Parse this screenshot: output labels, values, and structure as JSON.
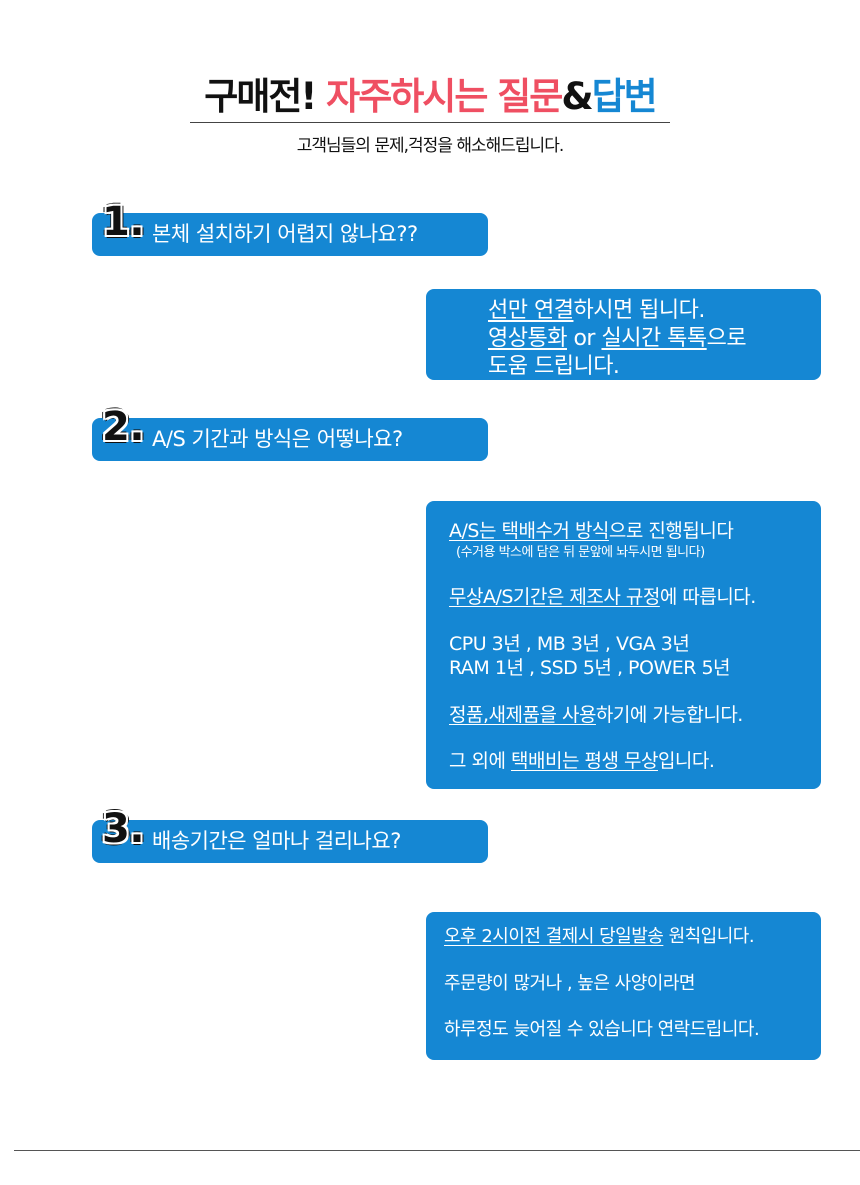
{
  "header": {
    "title_black": "구매전!",
    "title_pink": "자주하시는 질문",
    "title_amp": "&",
    "title_blue": "답변",
    "subtitle": "고객님들의 문제,걱정을 해소해드립니다."
  },
  "colors": {
    "blue": "#1587d3",
    "pink": "#ef4f62"
  },
  "faq": [
    {
      "number": "1.",
      "question": "본체 설치하기 어렵지 않나요??",
      "answer": [
        [
          "선만 연결",
          "하시면 됩니다."
        ],
        [
          "영상통화",
          " or ",
          "실시간 톡톡",
          "으로"
        ],
        [
          "도움 드립니다."
        ]
      ]
    },
    {
      "number": "2.",
      "question": "A/S 기간과 방식은 어떻나요?",
      "answer": [
        [
          "A/S는 택배수거 방식",
          "으로 진행됩니다"
        ],
        [
          "(수거용 박스에 담은 뒤 문앞에 놔두시면 됩니다)"
        ],
        [
          "무상A/S기간은 제조사 규정",
          "에 따릅니다."
        ],
        [
          "CPU 3년 ,  MB 3년 , VGA 3년"
        ],
        [
          "RAM 1년 , SSD 5년 , POWER 5년"
        ],
        [
          "정품,새제품을 사용",
          "하기에 가능합니다."
        ],
        [
          "그 외에 ",
          "택배비는 평생 무상",
          "입니다."
        ]
      ]
    },
    {
      "number": "3.",
      "question": "배송기간은 얼마나 걸리나요?",
      "answer": [
        [
          "오후 2시이전 결제시 당일발송",
          " 원칙입니다."
        ],
        [
          "주문량이 많거나 , 높은 사양이라면"
        ],
        [
          "하루정도 늦어질 수 있습니다 연락드립니다."
        ]
      ]
    }
  ]
}
